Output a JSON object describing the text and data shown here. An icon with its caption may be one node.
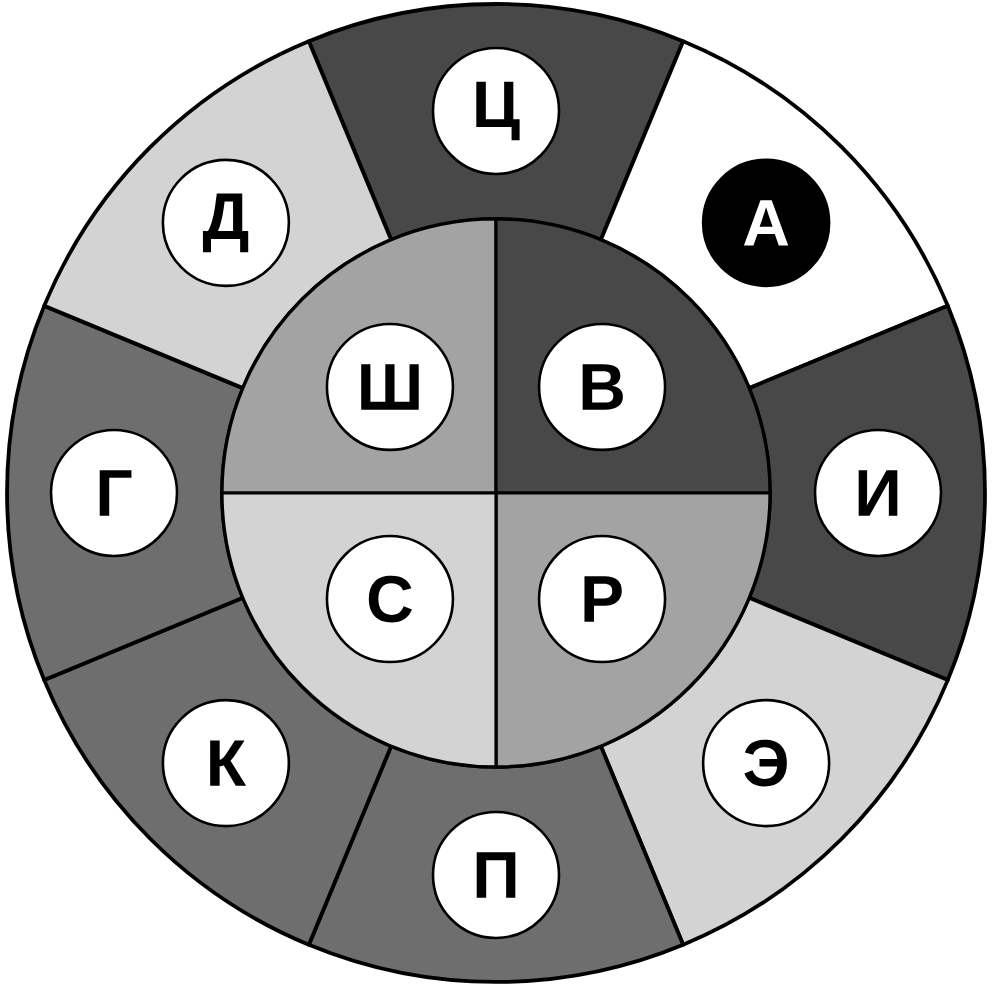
{
  "diagram": {
    "nodes": [
      {
        "text": [],
        "shape": "sector"
      },
      {
        "text": [
          "Ц"
        ],
        "in": 0
      },
      {
        "text": [],
        "shape": "sector"
      },
      {
        "text": [
          "А"
        ],
        "in": 2
      },
      {
        "text": [],
        "shape": "sector"
      },
      {
        "text": [
          "И"
        ],
        "in": 4
      },
      {
        "text": [],
        "shape": "sector"
      },
      {
        "text": [
          "Э"
        ],
        "in": 6
      },
      {
        "text": [],
        "shape": "sector"
      },
      {
        "text": [
          "П"
        ],
        "in": 8
      },
      {
        "text": [],
        "shape": "sector"
      },
      {
        "text": [
          "К"
        ],
        "in": 10
      },
      {
        "text": [],
        "shape": "sector"
      },
      {
        "text": [
          "Г"
        ],
        "in": 12
      },
      {
        "text": [],
        "shape": "sector"
      },
      {
        "text": [
          "Д"
        ],
        "in": 14
      },
      {
        "text": [],
        "shape": "sector"
      },
      {
        "text": [
          "Ш"
        ],
        "in": 16
      },
      {
        "text": [],
        "shape": "sector"
      },
      {
        "text": [
          "В"
        ],
        "in": 18
      },
      {
        "text": [],
        "shape": "sector"
      },
      {
        "text": [
          "Р"
        ],
        "in": 20
      },
      {
        "text": [],
        "shape": "sector"
      },
      {
        "text": [
          "С"
        ],
        "in": 22
      }
    ]
  }
}
